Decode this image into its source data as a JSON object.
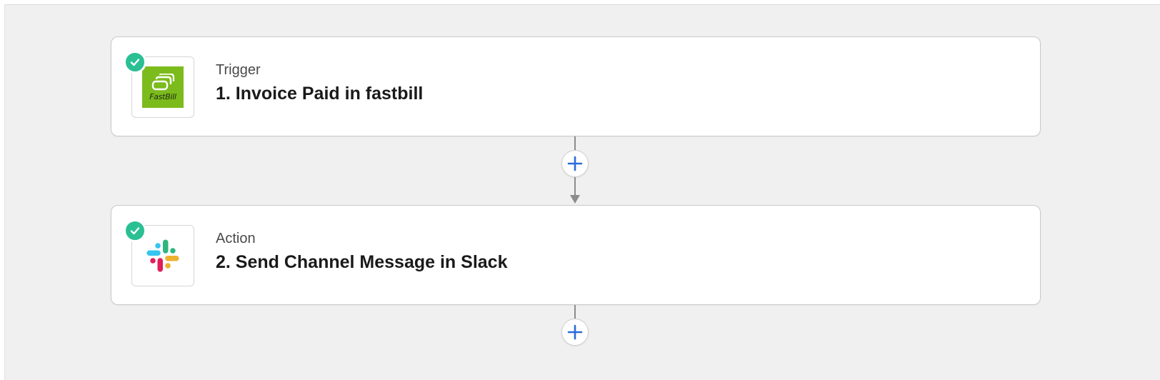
{
  "steps": [
    {
      "type": "Trigger",
      "title": "1. Invoice Paid in fastbill",
      "app": "FastBill",
      "logo_text": "FastBill",
      "status": "complete",
      "status_icon": "check-icon",
      "accent_color": "#7bbb1c"
    },
    {
      "type": "Action",
      "title": "2. Send Channel Message in Slack",
      "app": "Slack",
      "status": "complete",
      "status_icon": "check-icon"
    }
  ],
  "add_step_icon": "plus-icon",
  "colors": {
    "check_badge": "#2bbf94",
    "plus": "#2a6cdb",
    "connector": "#8c8c8c",
    "canvas_bg": "#f0f0f0"
  }
}
